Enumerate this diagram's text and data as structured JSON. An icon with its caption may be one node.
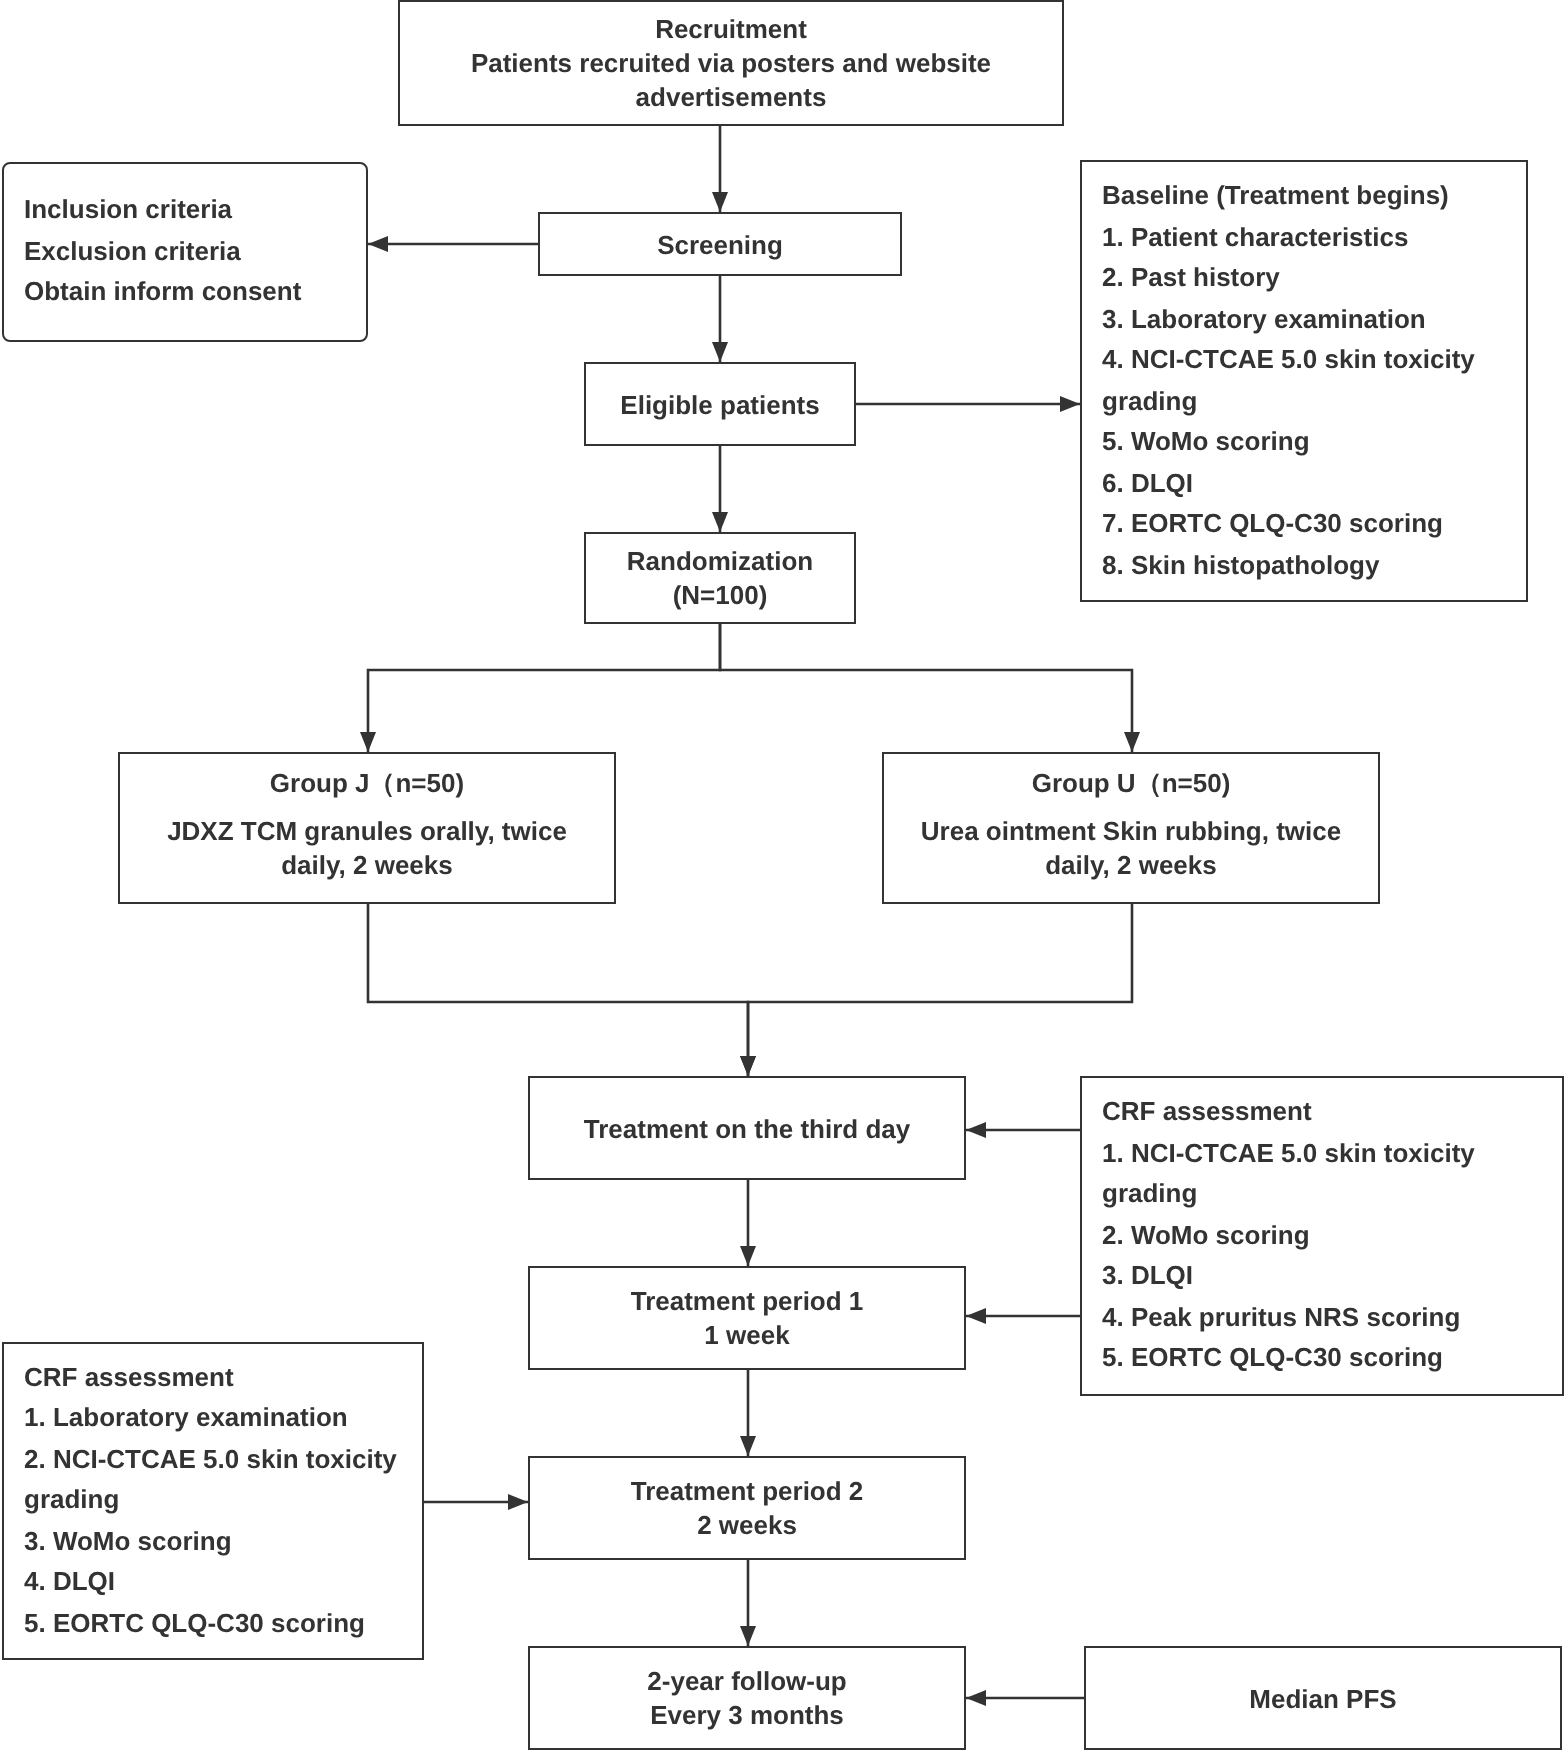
{
  "diagram": {
    "nodes": [
      {
        "text": [
          "Recruitment",
          "Patients recruited via posters and website advertisements"
        ]
      },
      {
        "text": [
          "Screening"
        ]
      },
      {
        "text": [
          "Inclusion criteria",
          "Exclusion criteria",
          "Obtain inform consent"
        ]
      },
      {
        "text": [
          "Eligible patients"
        ]
      },
      {
        "text": [
          "Baseline (Treatment begins)",
          "1. Patient characteristics",
          "2. Past history",
          "3. Laboratory examination",
          "4. NCI-CTCAE 5.0 skin toxicity grading",
          "5. WoMo scoring",
          "6. DLQI",
          "7. EORTC QLQ-C30 scoring",
          "8. Skin histopathology"
        ]
      },
      {
        "text": [
          "Randomization (N=100)"
        ]
      },
      {
        "text": [
          "Group J（n=50)",
          "JDXZ TCM granules orally, twice daily, 2 weeks"
        ]
      },
      {
        "text": [
          "Group U（n=50)",
          "Urea ointment Skin rubbing, twice daily, 2 weeks"
        ]
      },
      {
        "text": [
          "Treatment on the third day"
        ]
      },
      {
        "text": [
          "CRF assessment",
          "1. NCI-CTCAE 5.0 skin toxicity grading",
          "2. WoMo scoring",
          "3. DLQI",
          "4. Peak pruritus NRS scoring",
          "5. EORTC QLQ-C30 scoring"
        ]
      },
      {
        "text": [
          "Treatment period 1",
          "1 week"
        ]
      },
      {
        "text": [
          "CRF assessment",
          "1. Laboratory examination",
          "2. NCI-CTCAE 5.0 skin toxicity grading",
          "3. WoMo scoring",
          "4. DLQI",
          "5. EORTC QLQ-C30 scoring"
        ]
      },
      {
        "text": [
          "Treatment period 2",
          "2 weeks"
        ]
      },
      {
        "text": [
          "2-year follow-up",
          "Every 3 months"
        ]
      },
      {
        "text": [
          "Median PFS"
        ]
      }
    ],
    "edges": [
      {
        "from": 0,
        "to": 1,
        "arrow": "to"
      },
      {
        "from": 1,
        "to": 2,
        "arrow": "to"
      },
      {
        "from": 1,
        "to": 3,
        "arrow": "to"
      },
      {
        "from": 3,
        "to": 4,
        "arrow": "to"
      },
      {
        "from": 3,
        "to": 5,
        "arrow": "to"
      },
      {
        "from": 5,
        "to": 6,
        "arrow": "to"
      },
      {
        "from": 5,
        "to": 7,
        "arrow": "to"
      },
      {
        "from": 6,
        "to": 8,
        "arrow": "to"
      },
      {
        "from": 7,
        "to": 8,
        "arrow": "to"
      },
      {
        "from": 9,
        "to": 8,
        "arrow": "to"
      },
      {
        "from": 8,
        "to": 10,
        "arrow": "to"
      },
      {
        "from": 9,
        "to": 10,
        "arrow": "to"
      },
      {
        "from": 10,
        "to": 12,
        "arrow": "to"
      },
      {
        "from": 11,
        "to": 12,
        "arrow": "to"
      },
      {
        "from": 12,
        "to": 13,
        "arrow": "to"
      },
      {
        "from": 14,
        "to": 13,
        "arrow": "to"
      }
    ]
  }
}
